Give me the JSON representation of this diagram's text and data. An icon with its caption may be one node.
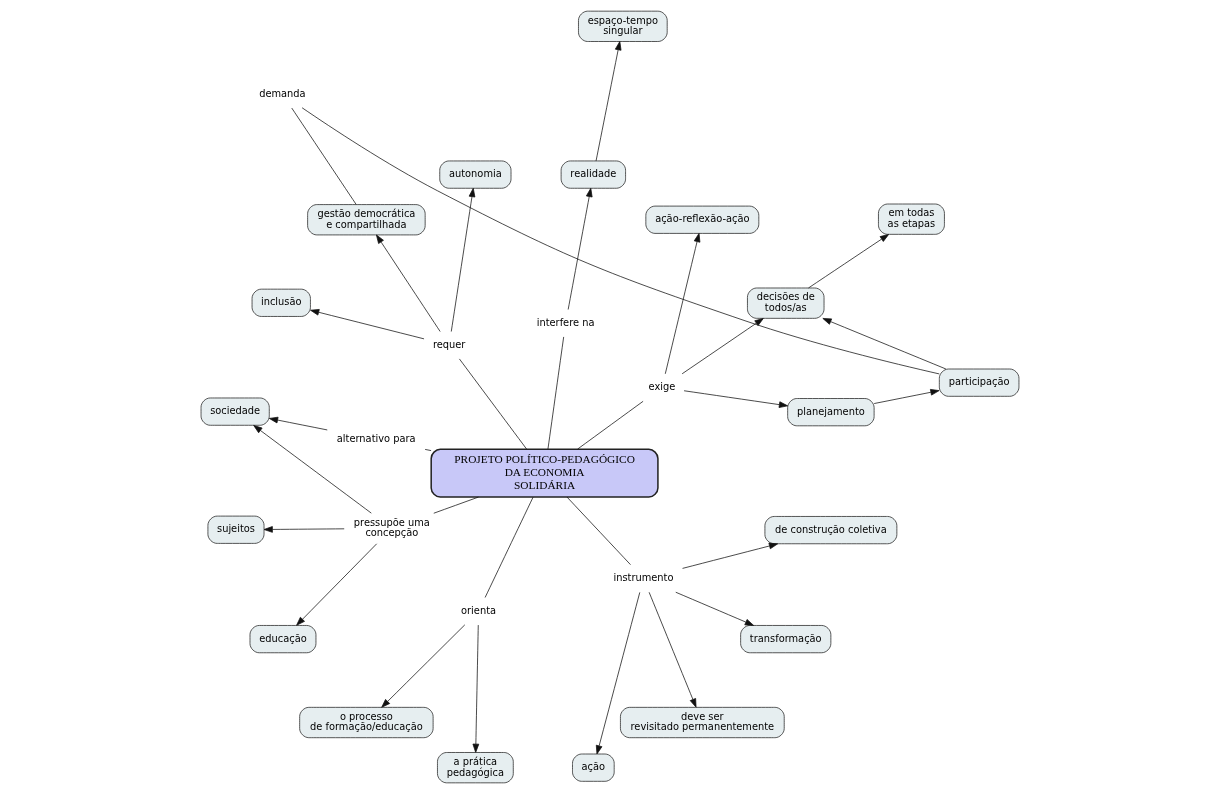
{
  "diagram": {
    "nodes": [
      {
        "text": [
          "PROJETO POLÍTICO-PEDAGÓGICO DA ECONOMIA SOLIDÁRIA"
        ]
      },
      {
        "text": [
          "participação"
        ]
      },
      {
        "text": [
          "demanda"
        ]
      },
      {
        "text": [
          "em todas as etapas"
        ]
      },
      {
        "text": [
          "planejamento"
        ]
      },
      {
        "text": [
          "espaço-tempo singular"
        ]
      },
      {
        "text": [
          "decisões de todos/as"
        ]
      },
      {
        "text": [
          "realidade"
        ]
      },
      {
        "text": [
          "autonomia"
        ]
      },
      {
        "text": [
          "gestão democrática e compartilhada"
        ]
      },
      {
        "text": [
          "inclusão"
        ]
      },
      {
        "text": [
          "ação-reflexão-ação"
        ]
      },
      {
        "text": [
          "exige"
        ]
      },
      {
        "text": [
          "interfere na"
        ]
      },
      {
        "text": [
          "requer"
        ]
      },
      {
        "text": [
          "sociedade"
        ]
      },
      {
        "text": [
          "alternativo para"
        ]
      },
      {
        "text": [
          "pressupõe uma concepção"
        ]
      },
      {
        "text": [
          "sujeitos"
        ]
      },
      {
        "text": [
          "educação"
        ]
      },
      {
        "text": [
          "orienta"
        ]
      },
      {
        "text": [
          "o processo de formação/educação"
        ]
      },
      {
        "text": [
          "a prática pedagógica"
        ]
      },
      {
        "text": [
          "instrumento"
        ]
      },
      {
        "text": [
          "ação"
        ]
      },
      {
        "text": [
          "deve ser revisitado permanentemente"
        ]
      },
      {
        "text": [
          "transformação"
        ]
      },
      {
        "text": [
          "de construção coletiva"
        ]
      }
    ],
    "edges": [
      {
        "from": 0,
        "to": 12,
        "arrow": "none"
      },
      {
        "from": 12,
        "to": 6,
        "arrow": "to"
      },
      {
        "from": 12,
        "to": 11,
        "arrow": "to"
      },
      {
        "from": 12,
        "to": 4,
        "arrow": "to"
      },
      {
        "from": 4,
        "to": 1,
        "arrow": "to"
      },
      {
        "from": 1,
        "to": 6,
        "arrow": "to"
      },
      {
        "from": 6,
        "to": 3,
        "arrow": "to"
      },
      {
        "from": 9,
        "to": 2,
        "arrow": "none"
      },
      {
        "from": 2,
        "to": 1,
        "arrow": "none"
      },
      {
        "from": 0,
        "to": 13,
        "arrow": "none"
      },
      {
        "from": 13,
        "to": 7,
        "arrow": "to"
      },
      {
        "from": 7,
        "to": 5,
        "arrow": "to"
      },
      {
        "from": 0,
        "to": 14,
        "arrow": "none"
      },
      {
        "from": 14,
        "to": 8,
        "arrow": "to"
      },
      {
        "from": 14,
        "to": 9,
        "arrow": "to"
      },
      {
        "from": 14,
        "to": 10,
        "arrow": "to"
      },
      {
        "from": 0,
        "to": 16,
        "arrow": "none"
      },
      {
        "from": 16,
        "to": 15,
        "arrow": "to"
      },
      {
        "from": 0,
        "to": 17,
        "arrow": "none"
      },
      {
        "from": 17,
        "to": 15,
        "arrow": "to"
      },
      {
        "from": 17,
        "to": 18,
        "arrow": "to"
      },
      {
        "from": 17,
        "to": 19,
        "arrow": "to"
      },
      {
        "from": 0,
        "to": 20,
        "arrow": "none"
      },
      {
        "from": 20,
        "to": 21,
        "arrow": "to"
      },
      {
        "from": 20,
        "to": 22,
        "arrow": "to"
      },
      {
        "from": 0,
        "to": 23,
        "arrow": "none"
      },
      {
        "from": 23,
        "to": 24,
        "arrow": "to"
      },
      {
        "from": 23,
        "to": 25,
        "arrow": "to"
      },
      {
        "from": 23,
        "to": 26,
        "arrow": "to"
      },
      {
        "from": 23,
        "to": 27,
        "arrow": "to"
      }
    ]
  }
}
